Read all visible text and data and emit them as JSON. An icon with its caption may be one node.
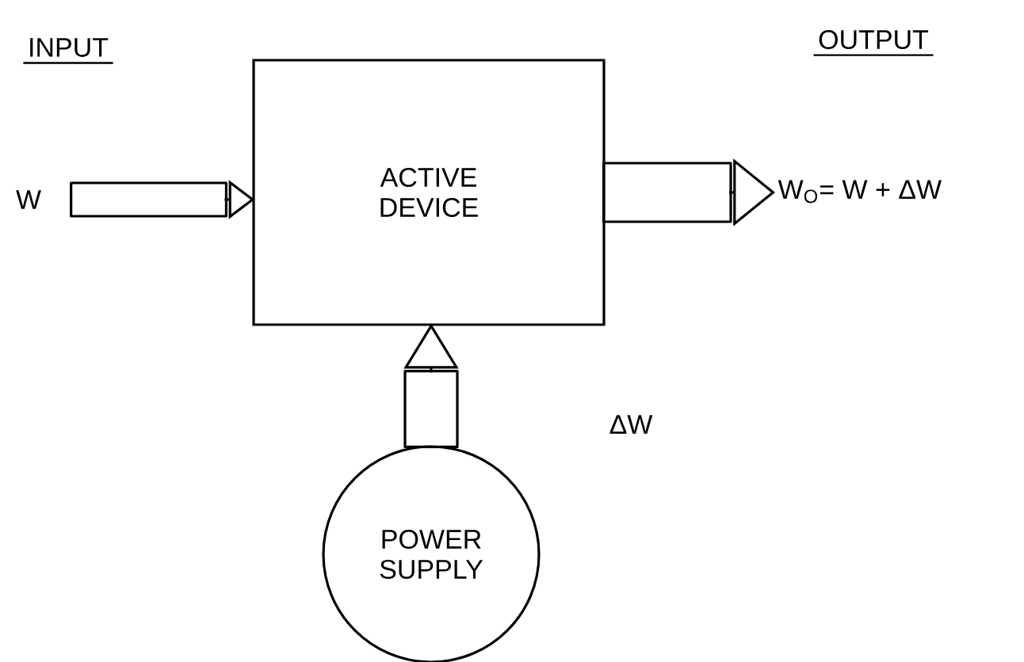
{
  "diagram": {
    "nodes": [
      {
        "text": [
          "W"
        ]
      },
      {
        "text": [
          "ACTIVE DEVICE"
        ]
      },
      {
        "text": [
          "W$_{O}$= W + ΔW"
        ]
      },
      {
        "text": [
          "POWER SUPPLY"
        ]
      }
    ],
    "edges": [
      {
        "from": 0,
        "to": 1,
        "arrow": "to"
      },
      {
        "from": 1,
        "to": 2,
        "arrow": "to"
      },
      {
        "from": 3,
        "to": 1,
        "arrow": "to"
      }
    ],
    "labels": [
      "INPUT",
      "OUTPUT",
      "ΔW"
    ]
  }
}
